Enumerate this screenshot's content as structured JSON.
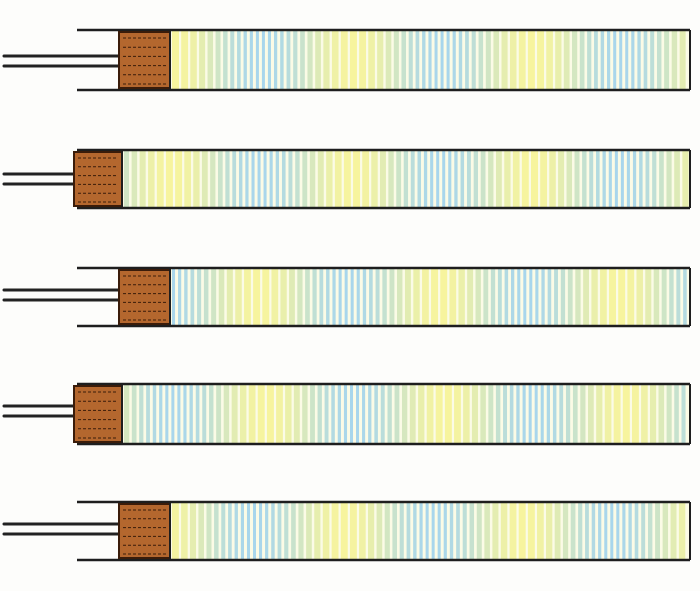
{
  "diagram": {
    "colors": {
      "paper": "#fdfdfb",
      "line": "#1e1e1e",
      "tube_fill": "#fbfbe6",
      "compression": "#f7f49e",
      "rarefaction": "#a8d6ec",
      "speaker": "#b4672e",
      "speaker_dark": "#3a1c0a",
      "wire": "#222222"
    },
    "panels": [
      {
        "name": "tube-1",
        "compression_phase": 0.0
      },
      {
        "name": "tube-2",
        "compression_phase": 0.15
      },
      {
        "name": "tube-3",
        "compression_phase": 0.3
      },
      {
        "name": "tube-4",
        "compression_phase": 0.45
      },
      {
        "name": "tube-5",
        "compression_phase": 0.6
      }
    ]
  }
}
